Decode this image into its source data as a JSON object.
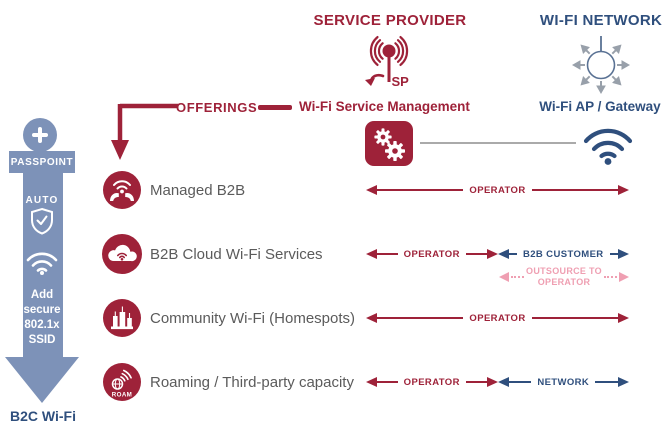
{
  "headers": {
    "service_provider": "SERVICE PROVIDER",
    "wifi_network": "WI-FI NETWORK"
  },
  "top": {
    "sp_label": "SP",
    "offerings": "OFFERINGS",
    "wifi_service_management": "Wi-Fi Service Management",
    "wifi_ap_gateway": "Wi-Fi AP / Gateway"
  },
  "sidebar": {
    "plus": "+",
    "passpoint": "PASSPOINT",
    "auto": "AUTO",
    "add_lines": [
      "Add",
      "secure",
      "802.1x",
      "SSID"
    ],
    "b2c": "B2C Wi-Fi"
  },
  "rows": [
    {
      "icon": "hands-wifi-icon",
      "label": "Managed B2B",
      "arrows": [
        {
          "label": "OPERATOR",
          "color": "maroon",
          "span": "full"
        }
      ]
    },
    {
      "icon": "cloud-wifi-icon",
      "label": "B2B Cloud Wi-Fi Services",
      "arrows": [
        {
          "label": "OPERATOR",
          "color": "maroon"
        },
        {
          "label": "B2B CUSTOMER",
          "color": "blue"
        }
      ],
      "sub_arrow": {
        "line1": "OUTSOURCE TO",
        "line2": "OPERATOR",
        "color": "pink",
        "style": "dashed"
      }
    },
    {
      "icon": "city-homespots-icon",
      "label": "Community Wi-Fi (Homespots)",
      "arrows": [
        {
          "label": "OPERATOR",
          "color": "maroon",
          "span": "full"
        }
      ]
    },
    {
      "icon": "roam-icon",
      "icon_text": "ROAM",
      "label": "Roaming / Third-party capacity",
      "arrows": [
        {
          "label": "OPERATOR",
          "color": "maroon"
        },
        {
          "label": "NETWORK",
          "color": "blue"
        }
      ]
    }
  ],
  "colors": {
    "maroon": "#9e2239",
    "blue": "#2f4f7d",
    "steel": "#7d92b8",
    "pink": "#ef9fb2",
    "label_gray": "#5b5b5b"
  }
}
